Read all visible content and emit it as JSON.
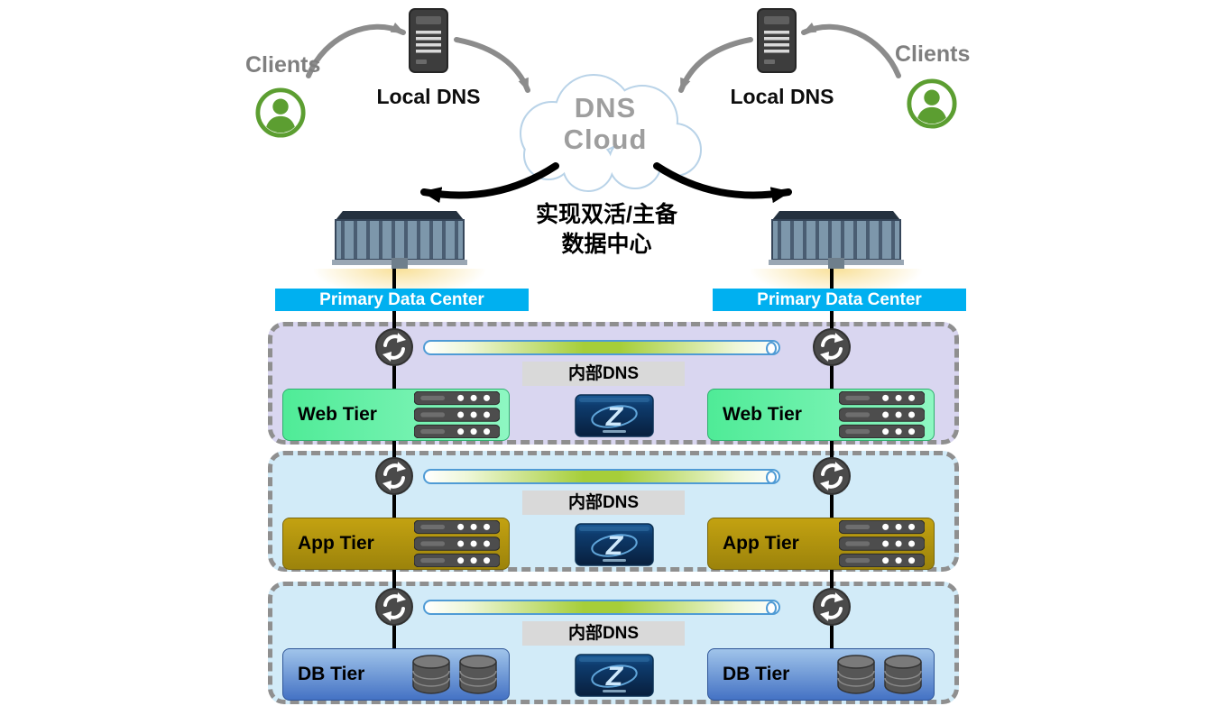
{
  "header": {
    "clients_left": "Clients",
    "clients_right": "Clients",
    "local_dns_left": "Local DNS",
    "local_dns_right": "Local DNS",
    "cloud_line1": "DNS",
    "cloud_line2": "Cloud",
    "caption_line1": "实现双活/主备",
    "caption_line2": "数据中心",
    "banner_left": "Primary Data Center",
    "banner_right": "Primary Data Center"
  },
  "appliance": {
    "logo": "Z"
  },
  "tiers": [
    {
      "id": "web",
      "left_label": "Web Tier",
      "right_label": "Web Tier",
      "dns_label": "内部DNS"
    },
    {
      "id": "app",
      "left_label": "App Tier",
      "right_label": "App Tier",
      "dns_label": "内部DNS"
    },
    {
      "id": "db",
      "left_label": "DB Tier",
      "right_label": "DB Tier",
      "dns_label": "内部DNS"
    }
  ],
  "colors": {
    "banner_cyan": "#00b0f0",
    "web_row_bg": "#d9d6f0",
    "app_row_bg": "#d2ebf8",
    "db_row_bg": "#d2ebf8",
    "web_box_green": "#4feb97",
    "app_box_olive": "#ab8b0e",
    "db_box_blue": "#4472c4",
    "dashed_border_gray": "#8f8f8f",
    "internal_dns_bg": "#d9d9d9",
    "client_green": "#5c9e31",
    "cloud_outline_blue": "#b9d3e8",
    "replication_bar_green": "#a6ce39",
    "arrow_gray": "#8c8c8c",
    "arrow_black": "#000000"
  }
}
